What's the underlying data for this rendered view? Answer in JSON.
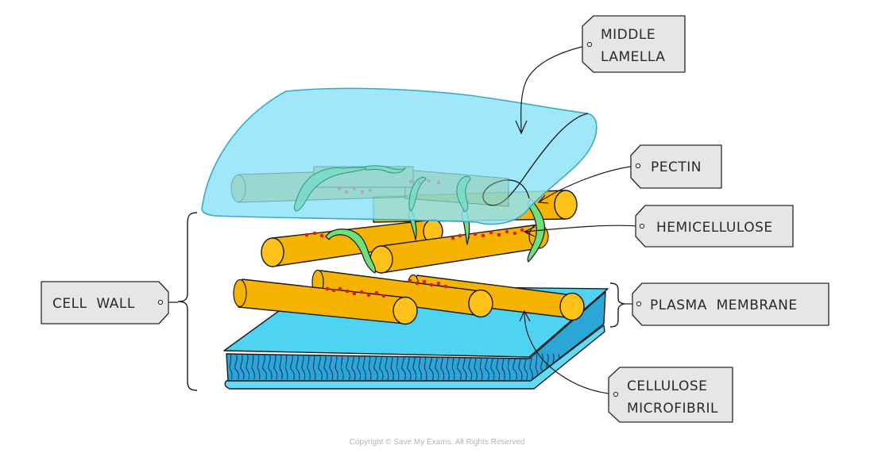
{
  "labels": {
    "middle_lamella": [
      "MIDDLE",
      "LAMELLA"
    ],
    "pectin": "PECTIN",
    "hemicellulose": "HEMICELLULOSE",
    "cell_wall": "CELL  WALL",
    "plasma_membrane": "PLASMA  MEMBRANE",
    "cellulose_microfibril": [
      "CELLULOSE",
      "MICROFIBRIL"
    ]
  },
  "copyright": "Copyright © Save My Exams. All Rights Reserved",
  "colors": {
    "lamella_fill": "#8fe4f8",
    "lamella_stroke": "#3aa9c9",
    "fibril_fill": "#f6b400",
    "fibril_end": "#ffc21a",
    "fibril_stroke": "#1a1a1a",
    "pectin_fill": "#6fe07a",
    "pectin_in_lamella": "#79dcc8",
    "dots_red": "#d81e1e",
    "dots_grey": "#a9a9c9",
    "membrane_top": "#4fd3f2",
    "membrane_side": "#2aa7d6",
    "membrane_line": "#12356e",
    "tag_fill": "#e6e6e6",
    "tag_stroke": "#2a2a2a"
  }
}
